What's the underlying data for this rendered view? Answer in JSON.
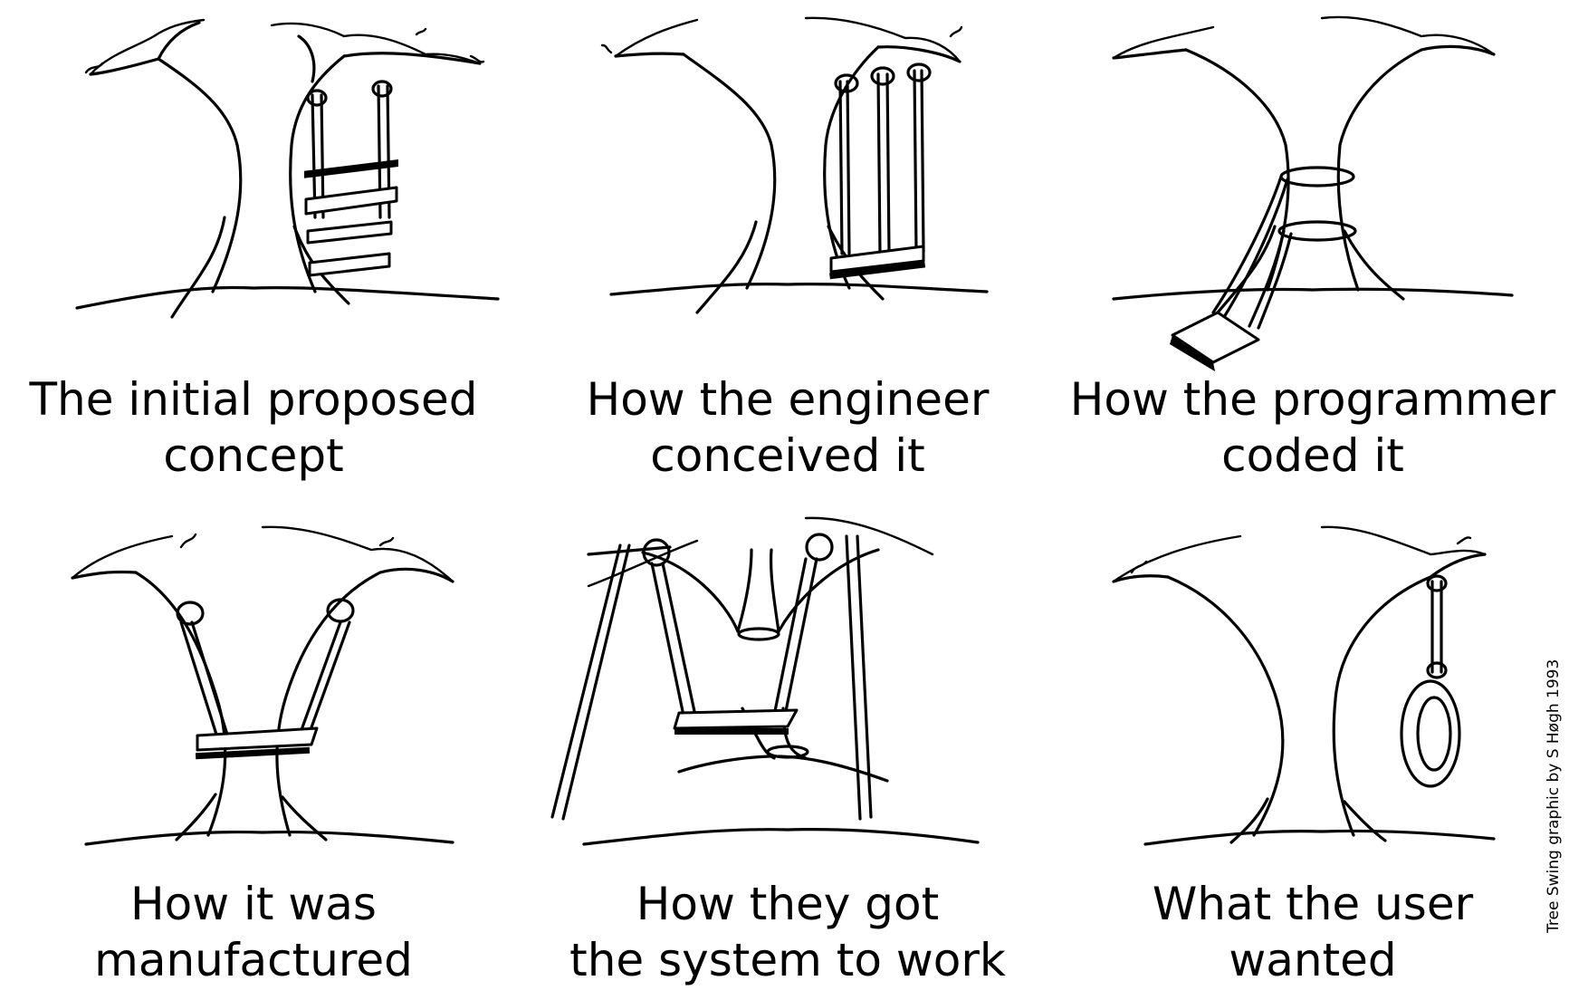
{
  "panels": [
    {
      "caption": [
        "The initial proposed",
        "concept"
      ]
    },
    {
      "caption": [
        "How the engineer",
        "conceived it"
      ]
    },
    {
      "caption": [
        "How the programmer",
        "coded it"
      ]
    },
    {
      "caption": [
        "How it was",
        "manufactured"
      ]
    },
    {
      "caption": [
        "How they got",
        "the system to work"
      ]
    },
    {
      "caption": [
        "What the user",
        "wanted"
      ]
    }
  ],
  "credit": "Tree Swing graphic by S Høgh 1993"
}
